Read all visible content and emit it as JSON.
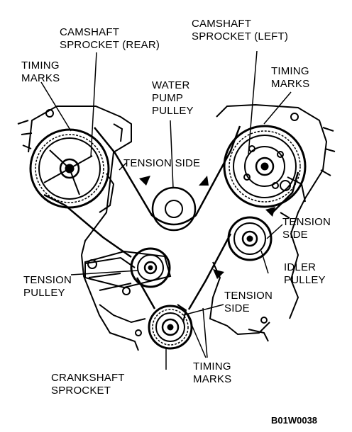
{
  "labels": {
    "cam_rear": [
      "CAMSHAFT",
      "SPROCKET (REAR)"
    ],
    "cam_left": [
      "CAMSHAFT",
      "SPROCKET (LEFT)"
    ],
    "timing_marks_left": [
      "TIMING",
      "MARKS"
    ],
    "timing_marks_right": [
      "TIMING",
      "MARKS"
    ],
    "water_pump": [
      "WATER",
      "PUMP",
      "PULLEY"
    ],
    "tension_side_top": [
      "TENSION SIDE"
    ],
    "tension_side_right": [
      "TENSION",
      "SIDE"
    ],
    "idler_pulley": [
      "IDLER",
      "PULLEY"
    ],
    "tension_pulley": [
      "TENSION",
      "PULLEY"
    ],
    "tension_side_lower": [
      "TENSION",
      "SIDE"
    ],
    "crankshaft": [
      "CRANKSHAFT",
      "SPROCKET"
    ],
    "timing_marks_bottom": [
      "TIMING",
      "MARKS"
    ]
  },
  "figure_code": "B01W0038"
}
